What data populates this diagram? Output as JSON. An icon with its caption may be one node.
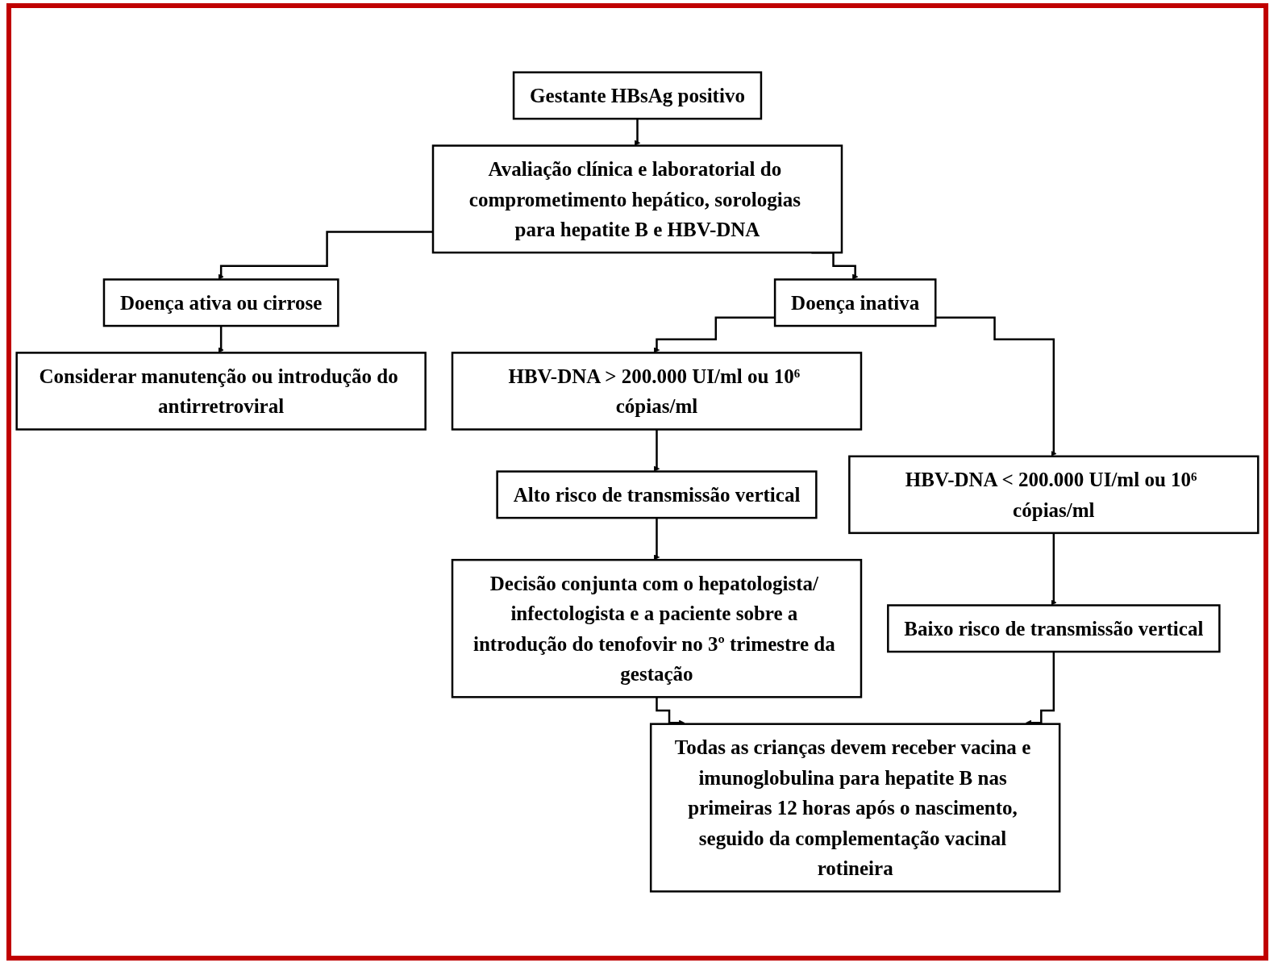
{
  "diagram": {
    "nodes": [
      {
        "text": [
          "Gestante HBsAg positivo"
        ]
      },
      {
        "text": [
          "Avaliação clínica e laboratorial do comprometimento hepático, sorologias para hepatite B e HBV-DNA"
        ]
      },
      {
        "text": [
          "Doença ativa ou cirrose"
        ]
      },
      {
        "text": [
          "Doença inativa"
        ]
      },
      {
        "text": [
          "Considerar manutenção ou introdução do antirretroviral"
        ]
      },
      {
        "text": [
          "HBV-DNA > 200.000 UI/ml ou 10⁶ cópias/ml"
        ]
      },
      {
        "text": [
          "HBV-DNA < 200.000 UI/ml ou 10⁶ cópias/ml"
        ]
      },
      {
        "text": [
          "Alto risco de transmissão vertical"
        ]
      },
      {
        "text": [
          "Baixo risco de transmissão vertical"
        ]
      },
      {
        "text": [
          "Decisão conjunta com o hepatologista/ infectologista e a paciente sobre a introdução do tenofovir no 3º trimestre da gestação"
        ]
      },
      {
        "text": [
          "Todas as crianças devem receber vacina e imunoglobulina para hepatite B nas primeiras 12 horas após o nascimento, seguido da complementação vacinal rotineira"
        ]
      }
    ],
    "edges": [
      {
        "from": 0,
        "to": 1,
        "arrow": "to"
      },
      {
        "from": 1,
        "to": 2,
        "arrow": "to"
      },
      {
        "from": 1,
        "to": 3,
        "arrow": "to"
      },
      {
        "from": 2,
        "to": 4,
        "arrow": "to"
      },
      {
        "from": 3,
        "to": 5,
        "arrow": "to"
      },
      {
        "from": 3,
        "to": 6,
        "arrow": "to"
      },
      {
        "from": 5,
        "to": 7,
        "arrow": "to"
      },
      {
        "from": 6,
        "to": 8,
        "arrow": "to"
      },
      {
        "from": 7,
        "to": 9,
        "arrow": "to"
      },
      {
        "from": 9,
        "to": 10,
        "arrow": "to"
      },
      {
        "from": 8,
        "to": 10,
        "arrow": "to"
      }
    ]
  }
}
